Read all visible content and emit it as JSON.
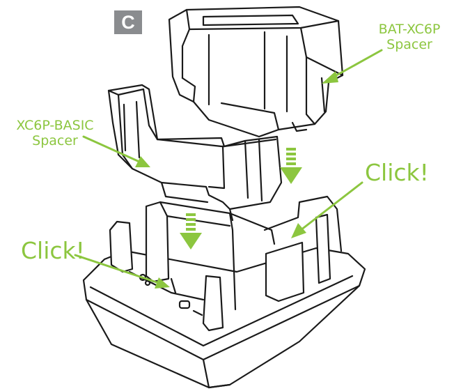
{
  "step": {
    "letter": "C"
  },
  "labels": {
    "bat_spacer": {
      "line1": "BAT-XC6P",
      "line2": "Spacer"
    },
    "basic_spacer": {
      "line1": "XC6P-BASIC",
      "line2": "Spacer"
    },
    "click_right": "Click!",
    "click_left": "Click!"
  },
  "colors": {
    "accent": "#8cc63f",
    "badge": "#8a8c8f",
    "line_art": "#1a1a1a"
  },
  "icons": [
    "down-arrow-icon",
    "down-arrow-icon"
  ]
}
